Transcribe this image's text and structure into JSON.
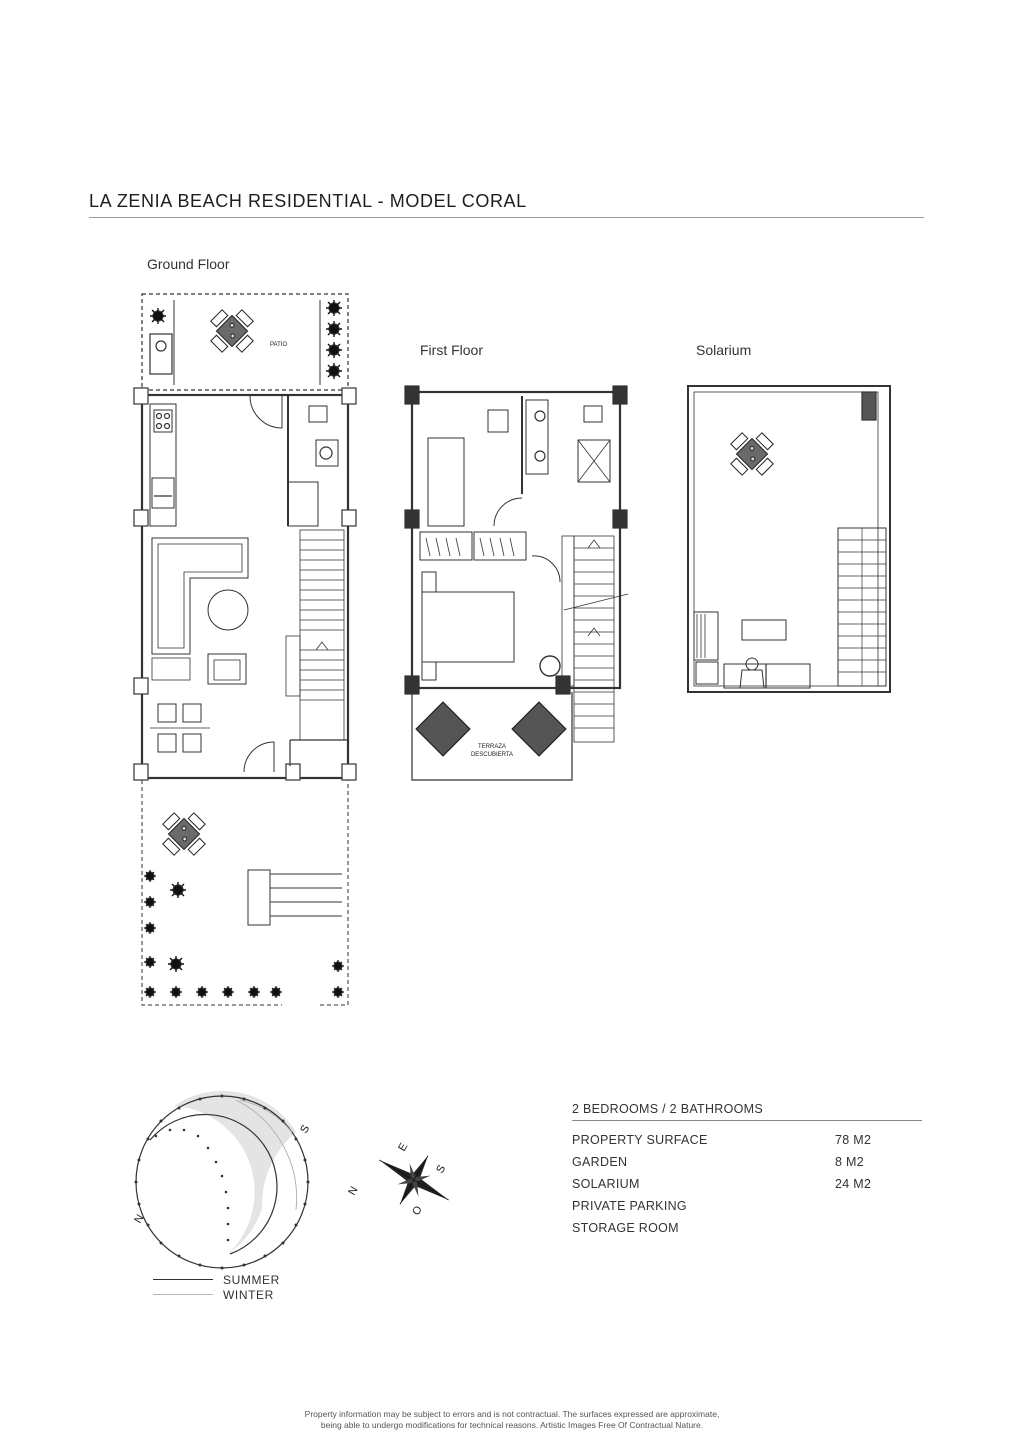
{
  "header": {
    "title": "LA ZENIA BEACH RESIDENTIAL - MODEL CORAL"
  },
  "plans": {
    "ground_floor": {
      "label": "Ground Floor",
      "patio_label": "PATIO"
    },
    "first_floor": {
      "label": "First Floor",
      "terrace_label_1": "TERRAZA",
      "terrace_label_2": "DESCUBIERTA"
    },
    "solarium": {
      "label": "Solarium"
    }
  },
  "compass": {
    "n": "N",
    "e": "E",
    "s": "S",
    "o": "O"
  },
  "sun_chart": {
    "n": "N",
    "s": "S"
  },
  "specs": {
    "heading": "2 BEDROOMS / 2 BATHROOMS",
    "rows": [
      {
        "label": "PROPERTY SURFACE",
        "value": "78 M2"
      },
      {
        "label": "GARDEN",
        "value": "8 M2"
      },
      {
        "label": "SOLARIUM",
        "value": "24 M2"
      },
      {
        "label": "PRIVATE PARKING",
        "value": ""
      },
      {
        "label": "STORAGE ROOM",
        "value": ""
      }
    ]
  },
  "legend": {
    "summer": "SUMMER",
    "winter": "WINTER"
  },
  "disclaimer": {
    "line1": "Property information may be subject to errors and is not contractual. The surfaces expressed are approximate,",
    "line2": "being able to undergo modifications for technical reasons. Artistic Images Free Of Contractual Nature."
  }
}
